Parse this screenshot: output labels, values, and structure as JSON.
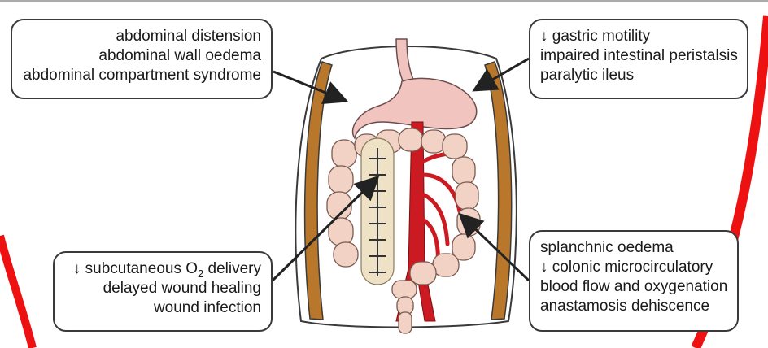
{
  "callouts": {
    "top_left": {
      "lines": [
        "abdominal distension",
        "abdominal wall oedema",
        "abdominal compartment syndrome"
      ]
    },
    "top_right": {
      "lines": [
        "↓ gastric motility",
        "impaired intestinal peristalsis",
        "paralytic ileus"
      ]
    },
    "bottom_left": {
      "line1_prefix": "↓ subcutaneous O",
      "line1_sub": "2",
      "line1_suffix": " delivery",
      "lines": [
        "delayed wound healing",
        "wound infection"
      ]
    },
    "bottom_right": {
      "lines": [
        "splanchnic oedema",
        "↓ colonic microcirculatory",
        "blood flow and oxygenation",
        "anastamosis dehiscence"
      ]
    }
  },
  "colors": {
    "frame_red": "#ee1111",
    "abdominal_wall": "#b8772a",
    "stomach": "#f2c4c0",
    "intestine": "#f1d2c4",
    "vessel": "#cc1a22",
    "dressing": "#efe1c6",
    "outline": "#3a3a3a"
  }
}
